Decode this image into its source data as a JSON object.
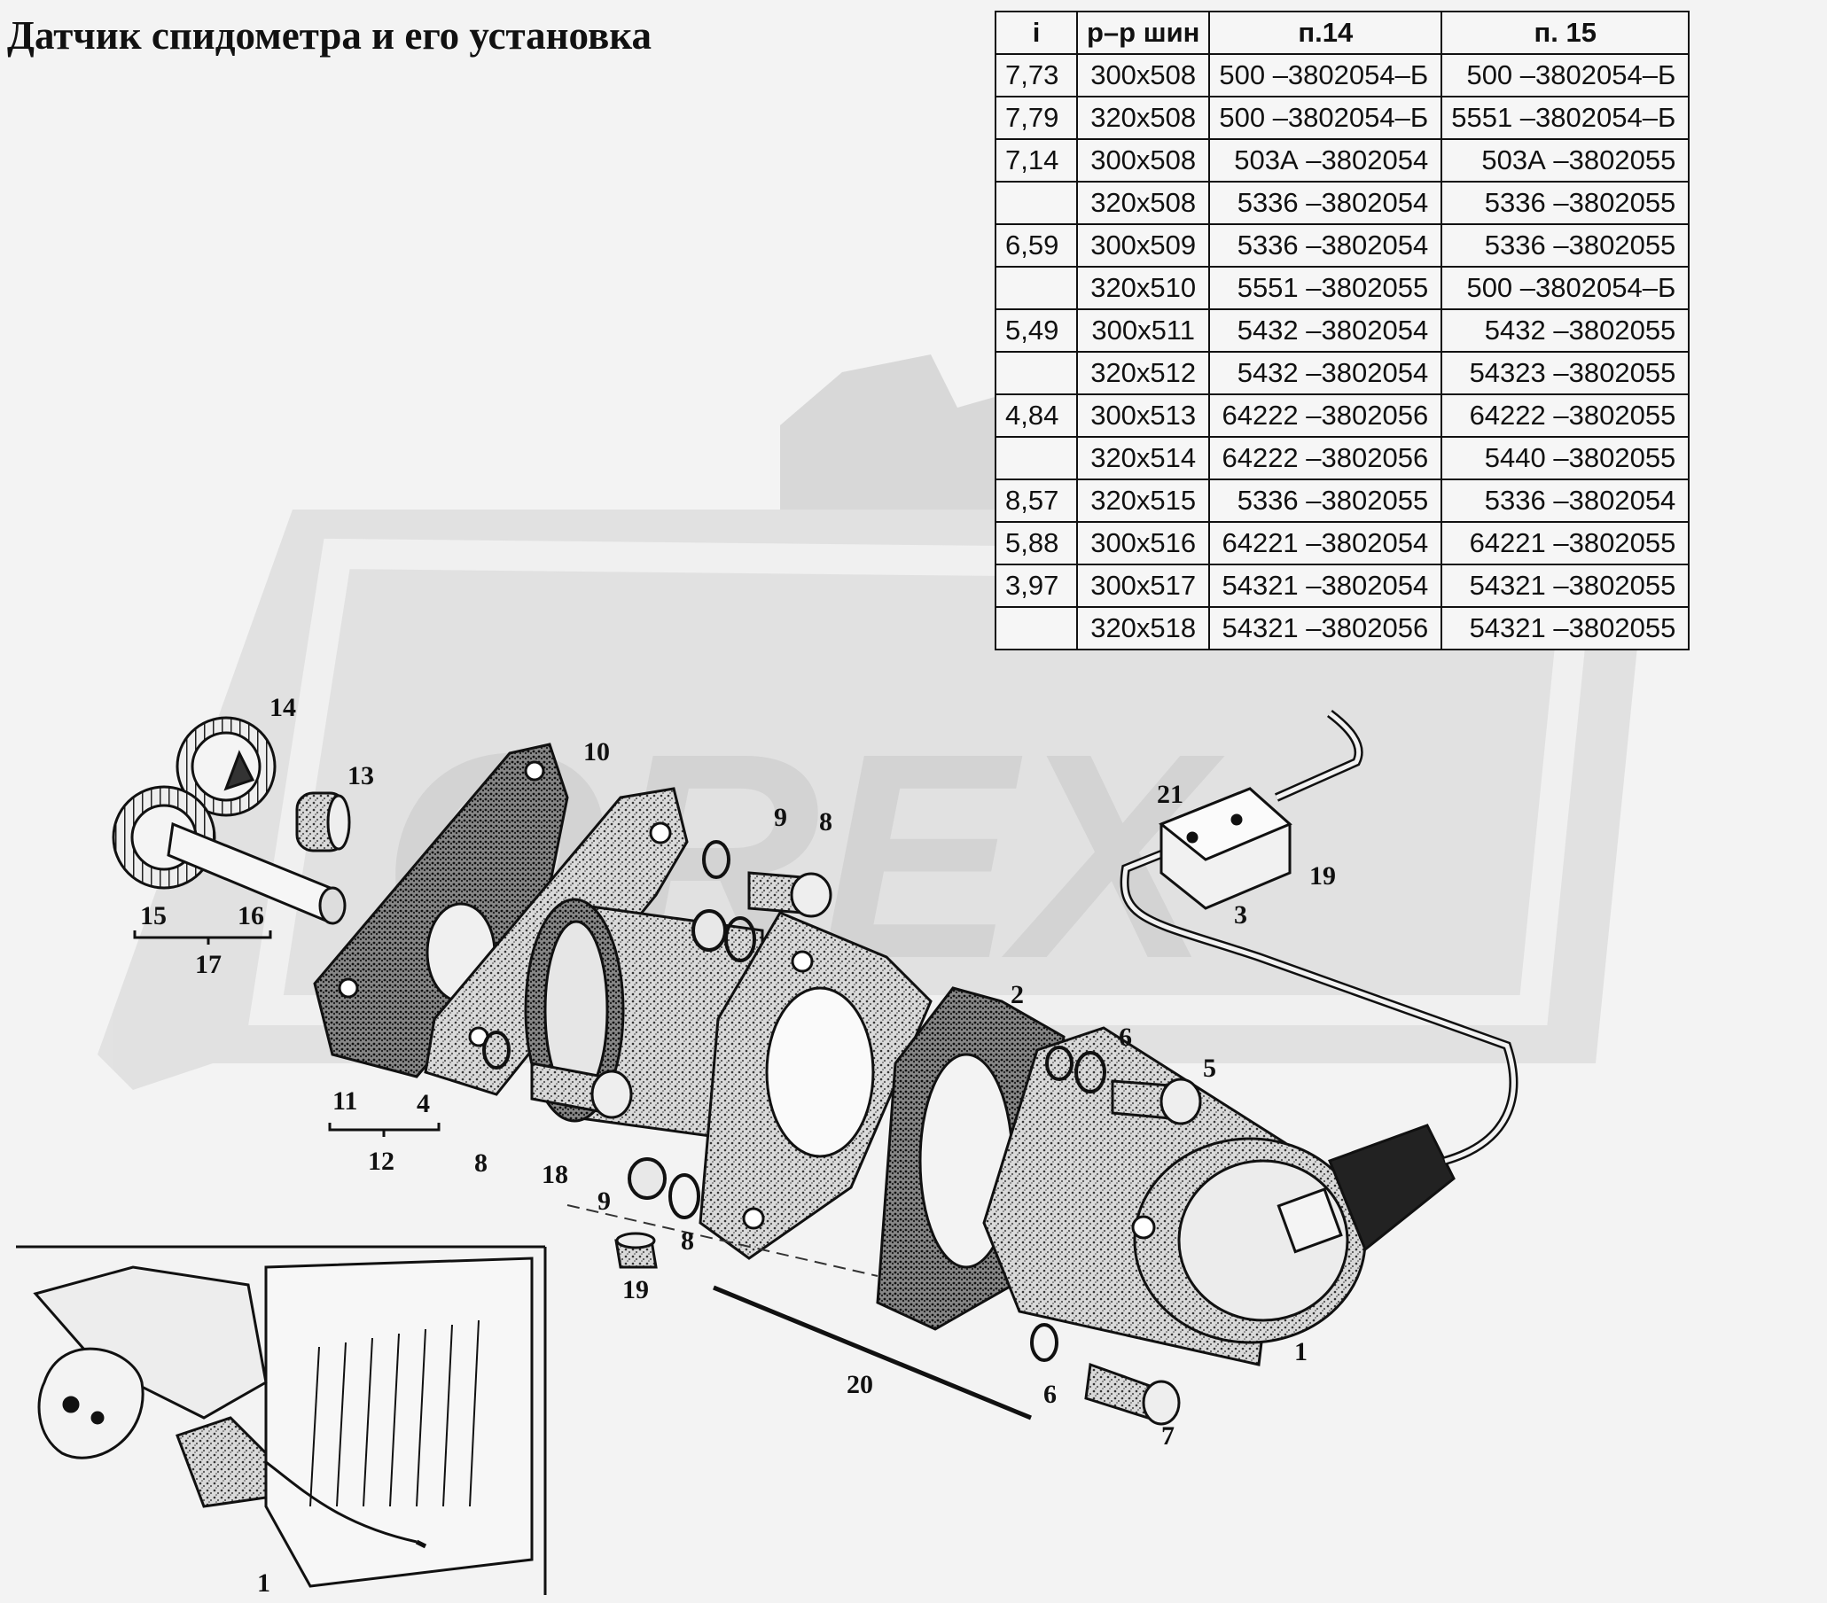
{
  "title": "Датчик спидометра и его установка",
  "watermark": "OREX",
  "callouts": [
    "1",
    "1",
    "2",
    "3",
    "4",
    "5",
    "6",
    "6",
    "7",
    "8",
    "8",
    "8",
    "9",
    "9",
    "10",
    "11",
    "12",
    "13",
    "14",
    "15",
    "16",
    "17",
    "18",
    "19",
    "19",
    "20",
    "21"
  ],
  "table": {
    "headers": [
      "i",
      "р–р шин",
      "п.14",
      "п. 15"
    ],
    "rows": [
      [
        "7,73",
        "300x508",
        "500 –3802054–Б",
        "500 –3802054–Б"
      ],
      [
        "7,79",
        "320x508",
        "500 –3802054–Б",
        "5551 –3802054–Б"
      ],
      [
        "7,14",
        "300x508",
        "503А –3802054",
        "503А –3802055"
      ],
      [
        "",
        "320x508",
        "5336 –3802054",
        "5336 –3802055"
      ],
      [
        "6,59",
        "300x509",
        "5336 –3802054",
        "5336 –3802055"
      ],
      [
        "",
        "320x510",
        "5551 –3802055",
        "500 –3802054–Б"
      ],
      [
        "5,49",
        "300x511",
        "5432 –3802054",
        "5432 –3802055"
      ],
      [
        "",
        "320x512",
        "5432 –3802054",
        "54323 –3802055"
      ],
      [
        "4,84",
        "300x513",
        "64222 –3802056",
        "64222 –3802055"
      ],
      [
        "",
        "320x514",
        "64222 –3802056",
        "5440 –3802055"
      ],
      [
        "8,57",
        "320x515",
        "5336 –3802055",
        "5336 –3802054"
      ],
      [
        "5,88",
        "300x516",
        "64221 –3802054",
        "64221 –3802055"
      ],
      [
        "3,97",
        "300x517",
        "54321 –3802054",
        "54321 –3802055"
      ],
      [
        "",
        "320x518",
        "54321 –3802056",
        "54321 –3802055"
      ]
    ]
  }
}
